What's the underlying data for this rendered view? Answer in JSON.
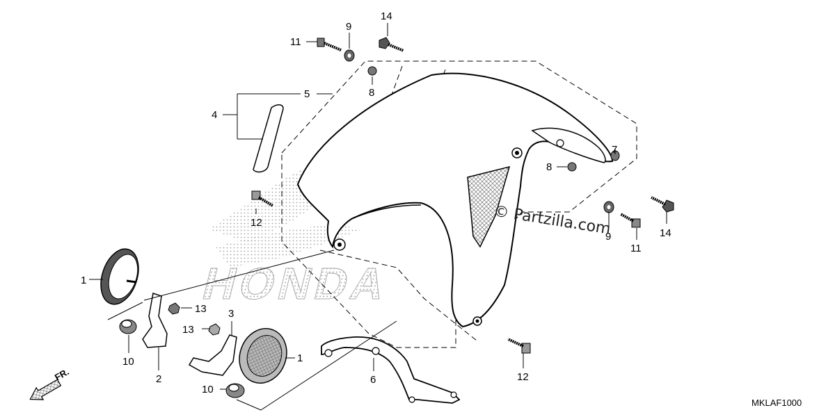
{
  "diagram": {
    "watermark": "© Partzilla.com",
    "diagram_code": "MKLAF1000",
    "direction_label": "FR.",
    "brand_mark": "HONDA",
    "callouts": [
      "1",
      "1",
      "2",
      "3",
      "4",
      "5",
      "6",
      "7",
      "8",
      "8",
      "9",
      "9",
      "10",
      "10",
      "11",
      "11",
      "12",
      "12",
      "13",
      "13",
      "14",
      "14"
    ]
  }
}
